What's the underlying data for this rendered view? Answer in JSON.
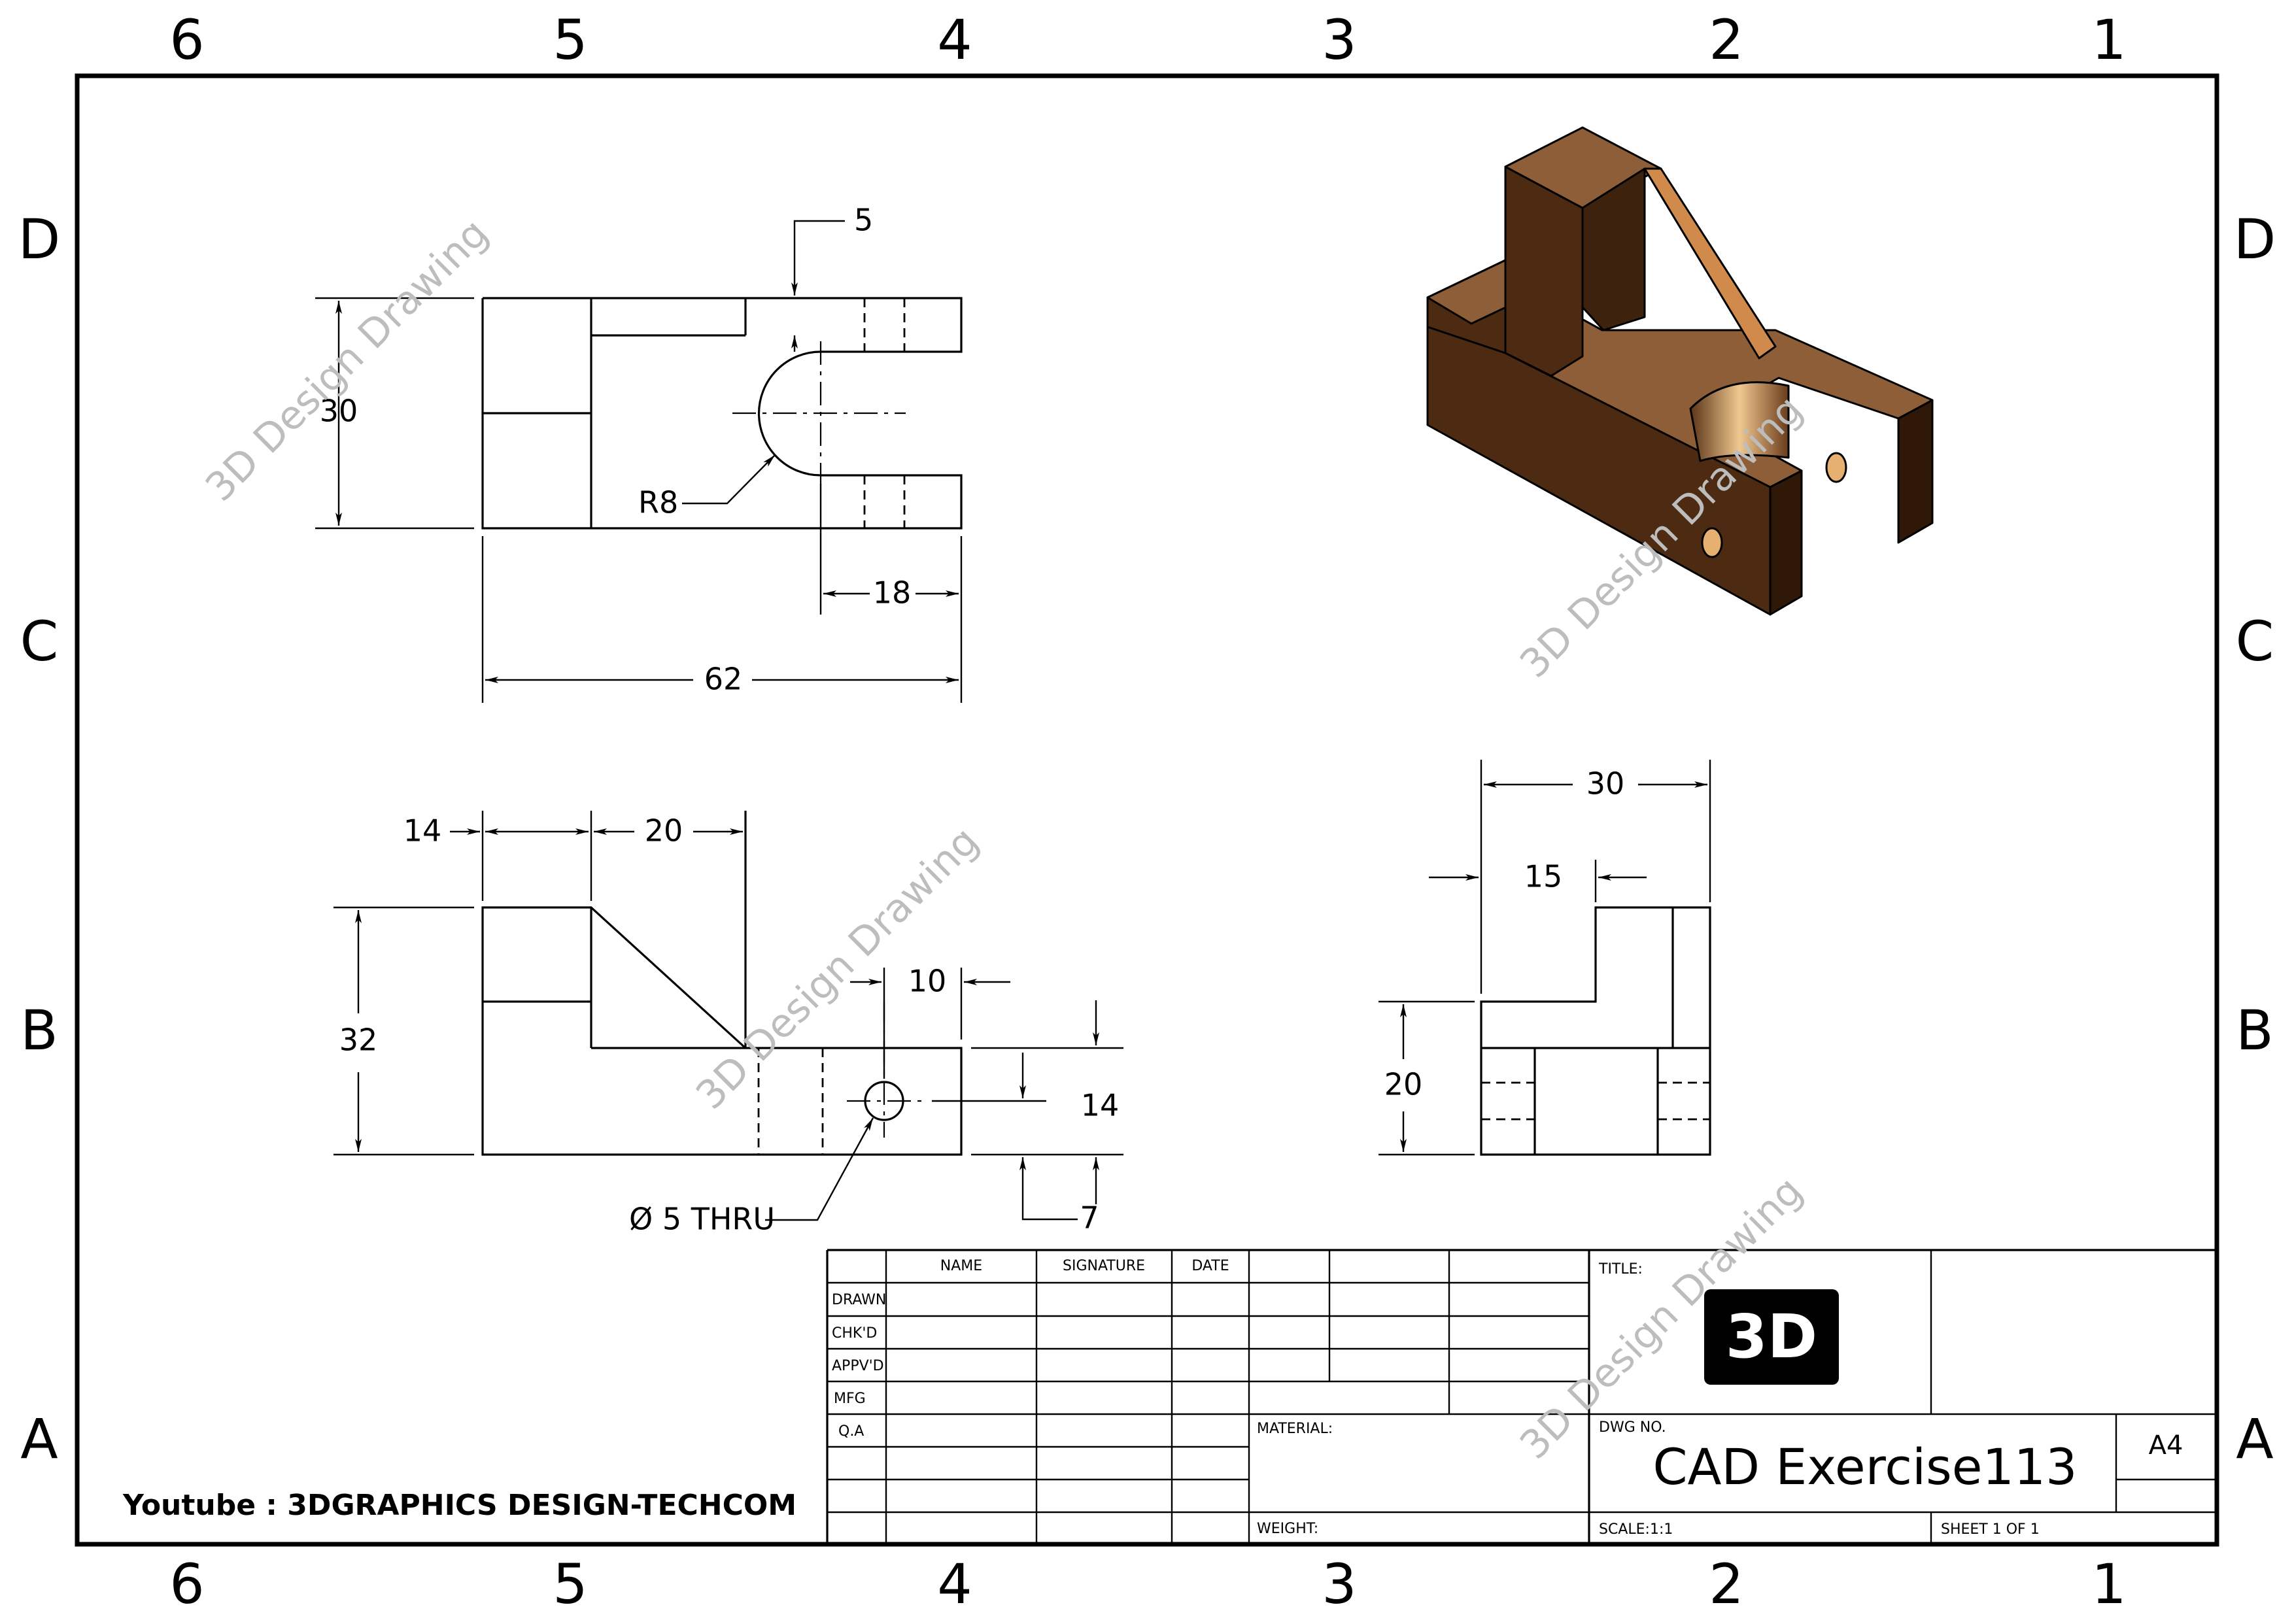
{
  "zones": {
    "columns": [
      "6",
      "5",
      "4",
      "3",
      "2",
      "1"
    ],
    "rows": [
      "D",
      "C",
      "B",
      "A"
    ]
  },
  "top_view": {
    "dim_height": "30",
    "dim_slot_offset": "5",
    "dim_radius": "R8",
    "dim_lug": "18",
    "dim_length": "62"
  },
  "front_view": {
    "dim_step": "14",
    "dim_slope": "20",
    "dim_height": "32",
    "dim_hole_offset": "10",
    "dim_hole_height": "14",
    "dim_hole_bottom": "7",
    "hole_note": "Ø 5 THRU"
  },
  "side_view": {
    "dim_width": "30",
    "dim_half": "15",
    "dim_height": "20"
  },
  "watermark": "3D Design Drawing",
  "credit": "Youtube : 3DGRAPHICS DESIGN-TECHCOM",
  "title_block": {
    "col_name": "NAME",
    "col_signature": "SIGNATURE",
    "col_date": "DATE",
    "rows": [
      "DRAWN",
      "CHK'D",
      "APPV'D",
      "MFG",
      "Q.A"
    ],
    "title_label": "TITLE:",
    "logo": "3D",
    "material_label": "MATERIAL:",
    "weight_label": "WEIGHT:",
    "dwg_no_label": "DWG NO.",
    "dwg_no": "CAD Exercise113",
    "size": "A4",
    "scale": "SCALE:1:1",
    "sheet": "SHEET 1 OF 1"
  },
  "colors": {
    "part_top": "#8a5a35",
    "part_front": "#5a3418",
    "part_side": "#3d220e",
    "rib_face": "#d08a4c",
    "logo_bg": "#000000"
  }
}
